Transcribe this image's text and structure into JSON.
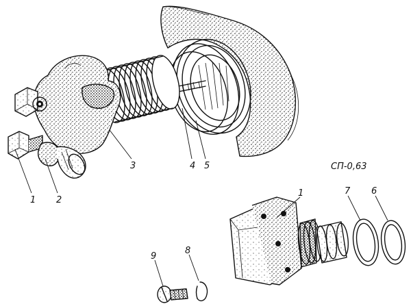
{
  "diagram": {
    "type": "exploded-parts-drawing",
    "code_label": "СП-0,63",
    "callouts": [
      {
        "id": "c1a",
        "text": "1"
      },
      {
        "id": "c2",
        "text": "2"
      },
      {
        "id": "c3",
        "text": "3"
      },
      {
        "id": "c4",
        "text": "4"
      },
      {
        "id": "c5",
        "text": "5"
      },
      {
        "id": "c1b",
        "text": "1"
      },
      {
        "id": "c7",
        "text": "7"
      },
      {
        "id": "c6",
        "text": "6"
      },
      {
        "id": "c9",
        "text": "9"
      },
      {
        "id": "c8",
        "text": "8"
      }
    ]
  }
}
